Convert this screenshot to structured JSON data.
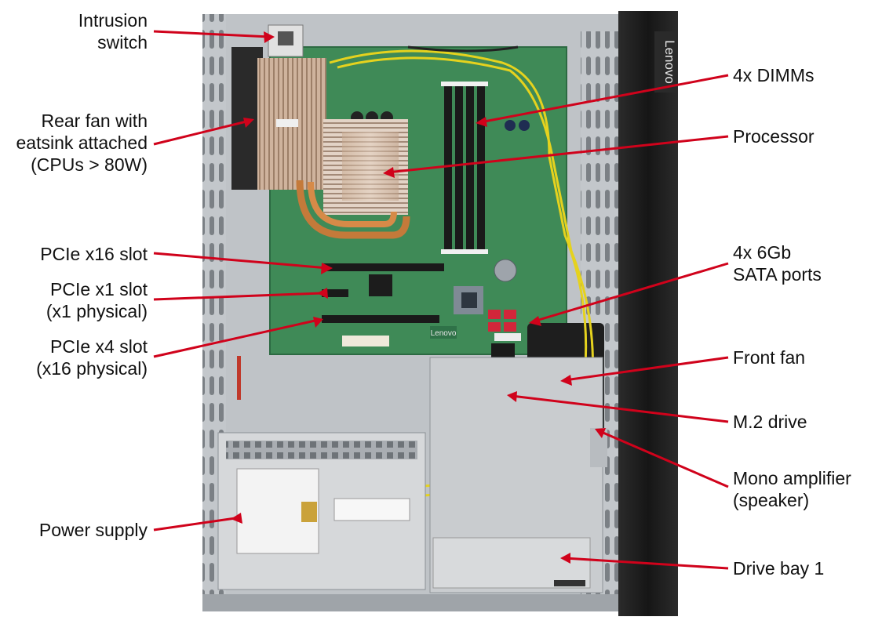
{
  "brand": {
    "bezel_logo": "Lenovo",
    "board_logo": "Lenovo"
  },
  "labels": {
    "left": [
      {
        "id": "intrusion-switch",
        "lines": [
          "Intrusion",
          "switch"
        ]
      },
      {
        "id": "rear-fan",
        "lines": [
          "Rear fan with",
          "eatsink attached",
          "(CPUs > 80W)"
        ]
      },
      {
        "id": "pcie-x16-slot",
        "lines": [
          "PCIe x16 slot"
        ]
      },
      {
        "id": "pcie-x1-slot",
        "lines": [
          "PCIe x1 slot",
          "(x1 physical)"
        ]
      },
      {
        "id": "pcie-x4-slot",
        "lines": [
          "PCIe x4 slot",
          "(x16 physical)"
        ]
      },
      {
        "id": "power-supply",
        "lines": [
          "Power supply"
        ]
      }
    ],
    "right": [
      {
        "id": "dimms",
        "lines": [
          "4x DIMMs"
        ]
      },
      {
        "id": "processor",
        "lines": [
          "Processor"
        ]
      },
      {
        "id": "sata-ports",
        "lines": [
          "4x 6Gb",
          "SATA ports"
        ]
      },
      {
        "id": "front-fan",
        "lines": [
          "Front fan"
        ]
      },
      {
        "id": "m2-drive",
        "lines": [
          "M.2 drive"
        ]
      },
      {
        "id": "mono-amplifier",
        "lines": [
          "Mono amplifier",
          "(speaker)"
        ]
      },
      {
        "id": "drive-bay-1",
        "lines": [
          "Drive bay 1"
        ]
      }
    ]
  },
  "colors": {
    "arrow": "#d0021b",
    "pcb": "#3f8a57",
    "chassis": "#b7bcc1",
    "bezel": "#1e1e1e"
  }
}
